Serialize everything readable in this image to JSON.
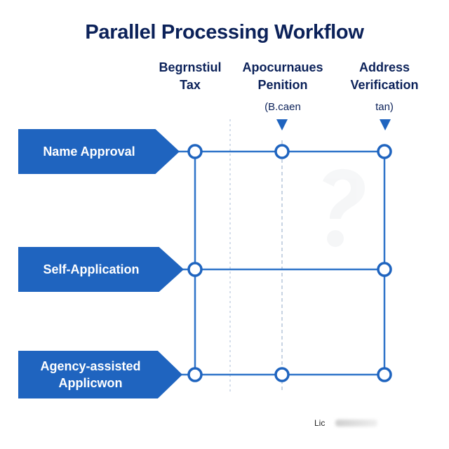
{
  "title": "Parallel Processing Workflow",
  "columns": [
    {
      "line1": "Begrnstiul",
      "line2": "Tax",
      "sub": ""
    },
    {
      "line1": "Apocurnaues",
      "line2": "Penition",
      "sub": "(B.caen"
    },
    {
      "line1": "Address",
      "line2": "Verification",
      "sub": "tan)"
    }
  ],
  "rows": [
    {
      "label": "Name Approval"
    },
    {
      "label": "Self-Application"
    },
    {
      "label": "Agency-assisted Applicwon"
    }
  ],
  "footer": "Lic",
  "colors": {
    "title": "#0b2159",
    "arrow_fill": "#1f64bf",
    "line": "#2f74c9",
    "node_ring": "#1f64bf"
  }
}
